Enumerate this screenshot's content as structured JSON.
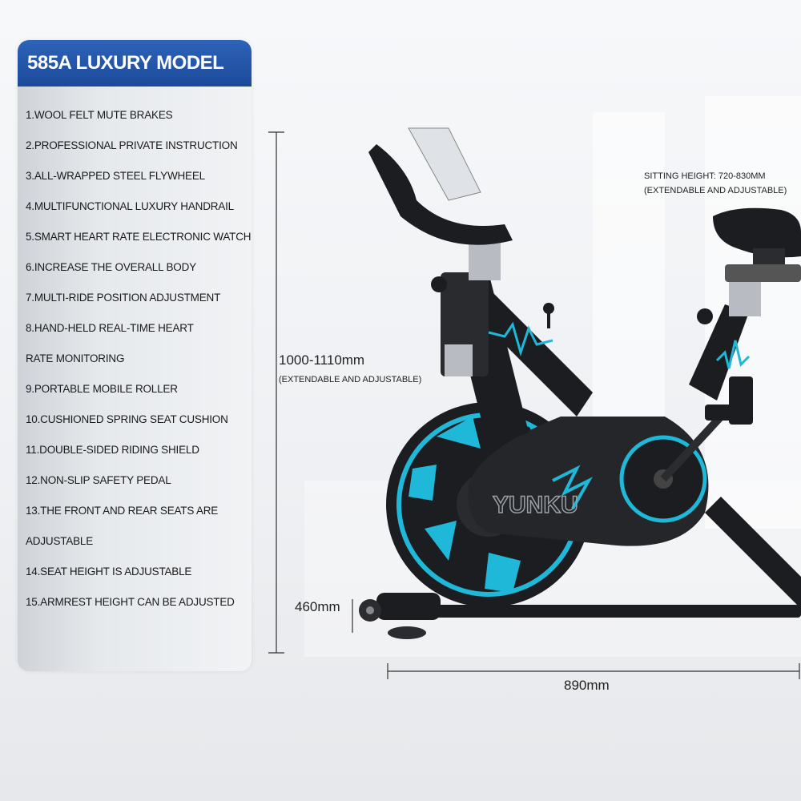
{
  "panel": {
    "title": "585A LUXURY MODEL",
    "features": [
      "1.WOOL FELT MUTE BRAKES",
      "2.PROFESSIONAL PRIVATE INSTRUCTION",
      "3.ALL-WRAPPED STEEL FLYWHEEL",
      "4.MULTIFUNCTIONAL LUXURY HANDRAIL",
      "5.SMART HEART RATE ELECTRONIC WATCH",
      "6.INCREASE THE OVERALL BODY",
      "7.MULTI-RIDE POSITION ADJUSTMENT",
      "8.HAND-HELD REAL-TIME HEART",
      "RATE MONITORING",
      "9.PORTABLE MOBILE ROLLER",
      "10.CUSHIONED SPRING SEAT CUSHION",
      "11.DOUBLE-SIDED RIDING SHIELD",
      "12.NON-SLIP SAFETY PEDAL",
      "13.THE FRONT AND REAR SEATS ARE",
      "ADJUSTABLE",
      "14.SEAT HEIGHT IS ADJUSTABLE",
      "15.ARMREST HEIGHT CAN BE ADJUSTED"
    ]
  },
  "dimensions": {
    "height_value": "1000-1110mm",
    "height_note": "(EXTENDABLE AND ADJUSTABLE)",
    "seat_value": "SITTING HEIGHT: 720-830MM",
    "seat_note": "(EXTENDABLE AND ADJUSTABLE)",
    "width_value": "460mm",
    "length_value": "890mm"
  },
  "bike": {
    "brand": "YUNKU",
    "accent_color": "#1fb8d8",
    "frame_color": "#1c1d20"
  }
}
